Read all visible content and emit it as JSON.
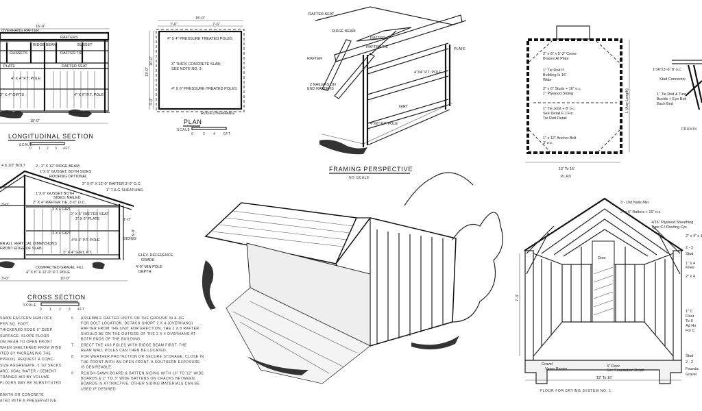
{
  "longitudinal": {
    "title": "LONGITUDINAL SECTION",
    "scale_label": "SCALE :",
    "scale_ticks": [
      "0",
      "1",
      "2",
      "3",
      "4FT."
    ],
    "dims": [
      "16'-0\"",
      "15'-0\""
    ],
    "labels": [
      "OVERHANG RAFTER",
      "RAFTERS",
      "RIDGE BEAM",
      "GUSSET",
      "GUSSETS",
      "RAFTER TIE",
      "PLATE",
      "RAFTER SEAT",
      "4\" X 4\" P.T. POLE",
      "2\" X 4\" GIRTS",
      "4\" X 6\" P.T. POLE"
    ]
  },
  "plan": {
    "title": "PLAN",
    "scale_label": "SCALE :",
    "scale_ticks": [
      "0",
      "2",
      "4",
      "6FT."
    ],
    "dims": [
      "15'-0\"",
      "7'-6\"",
      "7'-6\"",
      "13'-0\"",
      "10'-0\"",
      "3'-0\""
    ],
    "labels": [
      "4\" X 4\" PRESSURE TREATED POLES",
      "3\" THICK CONCRETE SLAB;",
      "SEE NOTE NO. 3",
      "4\" X 6\" PRESSURE-TREATED POLES",
      "ROOF OVERHANG"
    ]
  },
  "cross": {
    "title": "CROSS SECTION",
    "scale_label": "SCALE",
    "scale_ticks": [
      "0",
      "1",
      "2",
      "3",
      "4FT"
    ],
    "dims": [
      "3'-0\"",
      "3'-0\"",
      "10'-0\"",
      "1'-0\"",
      "6'-0\""
    ],
    "labels": [
      "4 X 1/2\" BOLT",
      "2 - 2\" X 12\" RIDGE BEAM",
      "1\"X 6\" GUSSET, BOTH SIDES",
      "ROOFING OPTIONAL",
      "2\" X 6\" X 12'-0\" RAFTER 3'-0\" O.C.",
      "1\" T & G SHEATHING",
      "1\"X 6\" GUSSET BOTH",
      "SIDES; NAILED",
      "2\" X 4\" RAFTER TIE, 3'-0\" O.C.",
      "2 X 4 GIRT",
      "2\" X 6\" RAFTER SEAT",
      "2\" X 6\" PLATE",
      "2 X 4 GIRT",
      "4\"X 4\" P.T. POLE",
      "SIDING",
      "ER ALL VERTICAL DIMENSIONS",
      "FRONT EDGE OF SLAB",
      "2\" X 4\" GIRT, P.T.",
      "ELEV. REFERENCE",
      "GRADE",
      "4'-0\" MIN POLE",
      "DEPTH",
      "COMPACTED GRAVEL FILL",
      "4\" X 6\" X 12'-0\" P.T. POLE"
    ]
  },
  "notes": {
    "left": [
      "SAWN EASTERN HEMLOCK",
      "PER SQ. FOOT.",
      "THICKENED EDGE 9\" DEEP",
      "SURFACE. SLOPE FLOOR",
      "OM REAR TO OPEN FRONT",
      "WHEN SHELTERED FROM WIND",
      "ITED BY INCREASING THE",
      "PPROX). REQUEST A CONC-",
      "SIZE AGGREGATE, 5 1/2 SACKS",
      "ARD, 6GAL WATER / CEMENT",
      "TRAINED AIR BY VOLUME",
      "FLOORS MAY BE SUBSTITUTED",
      "",
      "EARTH OR CONCRETE",
      "ATED WITH A PRESERVATIVE"
    ],
    "right": [
      {
        "num": "6",
        "lines": [
          "ASSEMBLE RAFTER UNITS ON THE GROUND IN A JIG",
          "FOR BOLT LOCATION. DETACH SHORT 2 X 4 (OVERHANG)",
          "RAFTER FROM THE UNIT FOR ERECTION. THE 2 X 8 RAFTER",
          "SHOULD BE ON THE OUTSIDE OF THE 2 X 4 OVERHANG AT",
          "BOTH ENDS OF THE BUILDING."
        ]
      },
      {
        "num": "7",
        "lines": [
          "ERECT THE 4X6 POLES WITH RIDGE BEAM FIRST. THE",
          "REAR WALL POLES CAN THEN BE LOCATED."
        ]
      },
      {
        "num": "8",
        "lines": [
          "FOR WEATHER PROTECTION OR SECURE STORAGE, CLOSE IN",
          "THE FRONT WITH AN OPEN FRONT, A SOUTHERN EXPOSURE",
          "IS DESIREABLE."
        ]
      },
      {
        "num": "9",
        "lines": [
          "ROUGH-SAWN BOARD & BATTEN SIDING WITH 10\" TO 12\" WIDE",
          "BOARDS & 2\" TO 3\" WIDE BATTENS ON CRACKS BETWEEN",
          "BOARDS IS ATTRACTIVE. OTHER SIDING MATERIALS CAN BE",
          "USED IF DESIRED."
        ]
      }
    ]
  },
  "perspective": {
    "title": "FRAMING PERSPECTIVE",
    "subtitle": "NO SCALE",
    "labels": [
      "RAFTER SEAT",
      "RIDGE BEAM",
      "RAFTER",
      "RAFTER TIE",
      "RAFTER",
      "PLATE",
      "4\"X4\" P.T. POLE",
      "2 NAILERS ON",
      "END RAFTERS",
      "GIRT",
      "4\"X6\" P.T. POLE"
    ]
  },
  "plan2": {
    "title": "PLAN",
    "dims": [
      "12' To 16'",
      "L (Any Length)"
    ],
    "labels": [
      "2\" x 6\" x 5'-3\" Cross-",
      "Braces At Plate",
      "1\" Tie Rod If",
      "Building Is 16'",
      "Wide",
      "2\" x 6\" Studs + 16\" o.c.",
      "1\" Plywood Siding",
      "1\" Tie Joist + 8' o.c.",
      "See Detail F, I For",
      "Tie Rod Detail",
      "1\" x 12\" Anchor Bolt",
      "3' o.c."
    ]
  },
  "framing_detail": {
    "title": "FRAMIN",
    "labels": [
      "1\"x6\"x3'-6\" 8' o.c.",
      "Stud Connector",
      "1\" Tie Rod & Turn-",
      "Buckle + Eye Bolt",
      "Each End"
    ]
  },
  "gable": {
    "caption": "FLOOR FOR DRYING SYSTEM NO. 1",
    "door_label": "Door",
    "dims": [
      "7'-3\"",
      "12' To 16'"
    ],
    "labels": [
      "3 - 10d Nails Min.",
      "2\" x 6\" Rafters + 16\" o.c.",
      "4/16\" Plywood Sheathing",
      "Type C-l Roofing Cyc",
      "2\" x 4\" x 1",
      "2 - 2",
      "Stud",
      "1\" x 4",
      "Knee",
      "2\" x 4",
      "1\" C",
      "Floor",
      "To S",
      "Ad Ho",
      "For C",
      "Stud",
      "2 - 2",
      "Founda",
      "Gravel"
    ],
    "foundation_labels": [
      "Gravel",
      "Vapor Barrier",
      "4\" Floor",
      "See Foundation Detail"
    ]
  }
}
